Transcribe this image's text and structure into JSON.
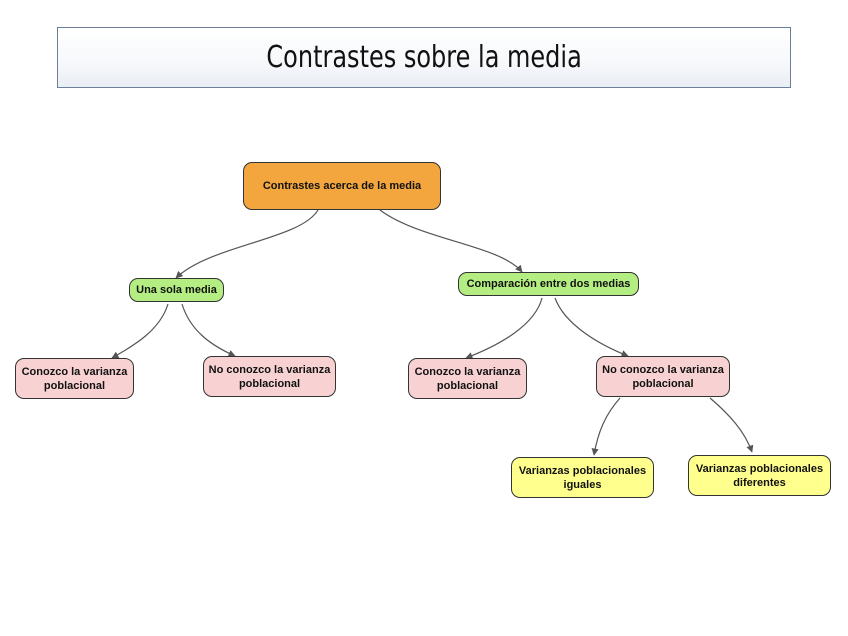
{
  "title": "Contrastes sobre la media",
  "colors": {
    "root": "#f2a63d",
    "level1": "#b4ee82",
    "level2": "#f8d2d2",
    "level3": "#ffff8d",
    "edge": "#555555"
  },
  "nodes": {
    "root": "Contrastes acerca de la media",
    "una_sola_media": "Una sola media",
    "comparacion": "Comparación entre dos medias",
    "una_conozco": "Conozco la varianza\npoblacional",
    "una_no_conozco": "No conozco la varianza\npoblacional",
    "dos_conozco": "Conozco la varianza\npoblacional",
    "dos_no_conozco": "No conozco la varianza\npoblacional",
    "iguales": "Varianzas poblacionales\niguales",
    "diferentes": "Varianzas poblacionales\ndiferentes"
  }
}
